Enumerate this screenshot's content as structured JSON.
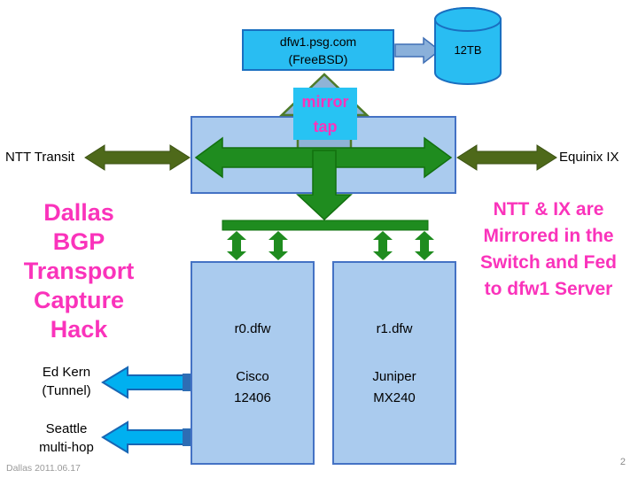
{
  "server": {
    "line1": "dfw1.psg.com",
    "line2": "(FreeBSD)"
  },
  "storage": {
    "label": "12TB"
  },
  "mirror_tap": {
    "line1": "mirror",
    "line2": "tap"
  },
  "left_link": {
    "label": "NTT Transit"
  },
  "right_link": {
    "label": "Equinix IX"
  },
  "title_left": {
    "lines": [
      "Dallas",
      "BGP",
      "Transport",
      "Capture",
      "Hack"
    ]
  },
  "note_right": {
    "lines": [
      "NTT & IX are",
      "Mirrored in the",
      "Switch and Fed",
      "to dfw1 Server"
    ]
  },
  "router_left": {
    "name": "r0.dfw",
    "vendor": "Cisco",
    "model": "12406"
  },
  "router_right": {
    "name": "r1.dfw",
    "vendor": "Juniper",
    "model": "MX240"
  },
  "tunnel_left": {
    "line1": "Ed Kern",
    "line2": "(Tunnel)"
  },
  "tunnel_bottom": {
    "line1": "Seattle",
    "line2": "multi-hop"
  },
  "footer": {
    "left": "Dallas 2011.06.17",
    "page_number": "2"
  },
  "colors": {
    "cyan_fill": "#29BDF2",
    "box_fill": "#AACBEE",
    "box_border": "#4472C4",
    "green_arrow": "#1F8C1F",
    "olive_arrow": "#4E691A",
    "magenta_text": "#FA33BB",
    "side_arrow_cyan": "#00B0F0"
  }
}
